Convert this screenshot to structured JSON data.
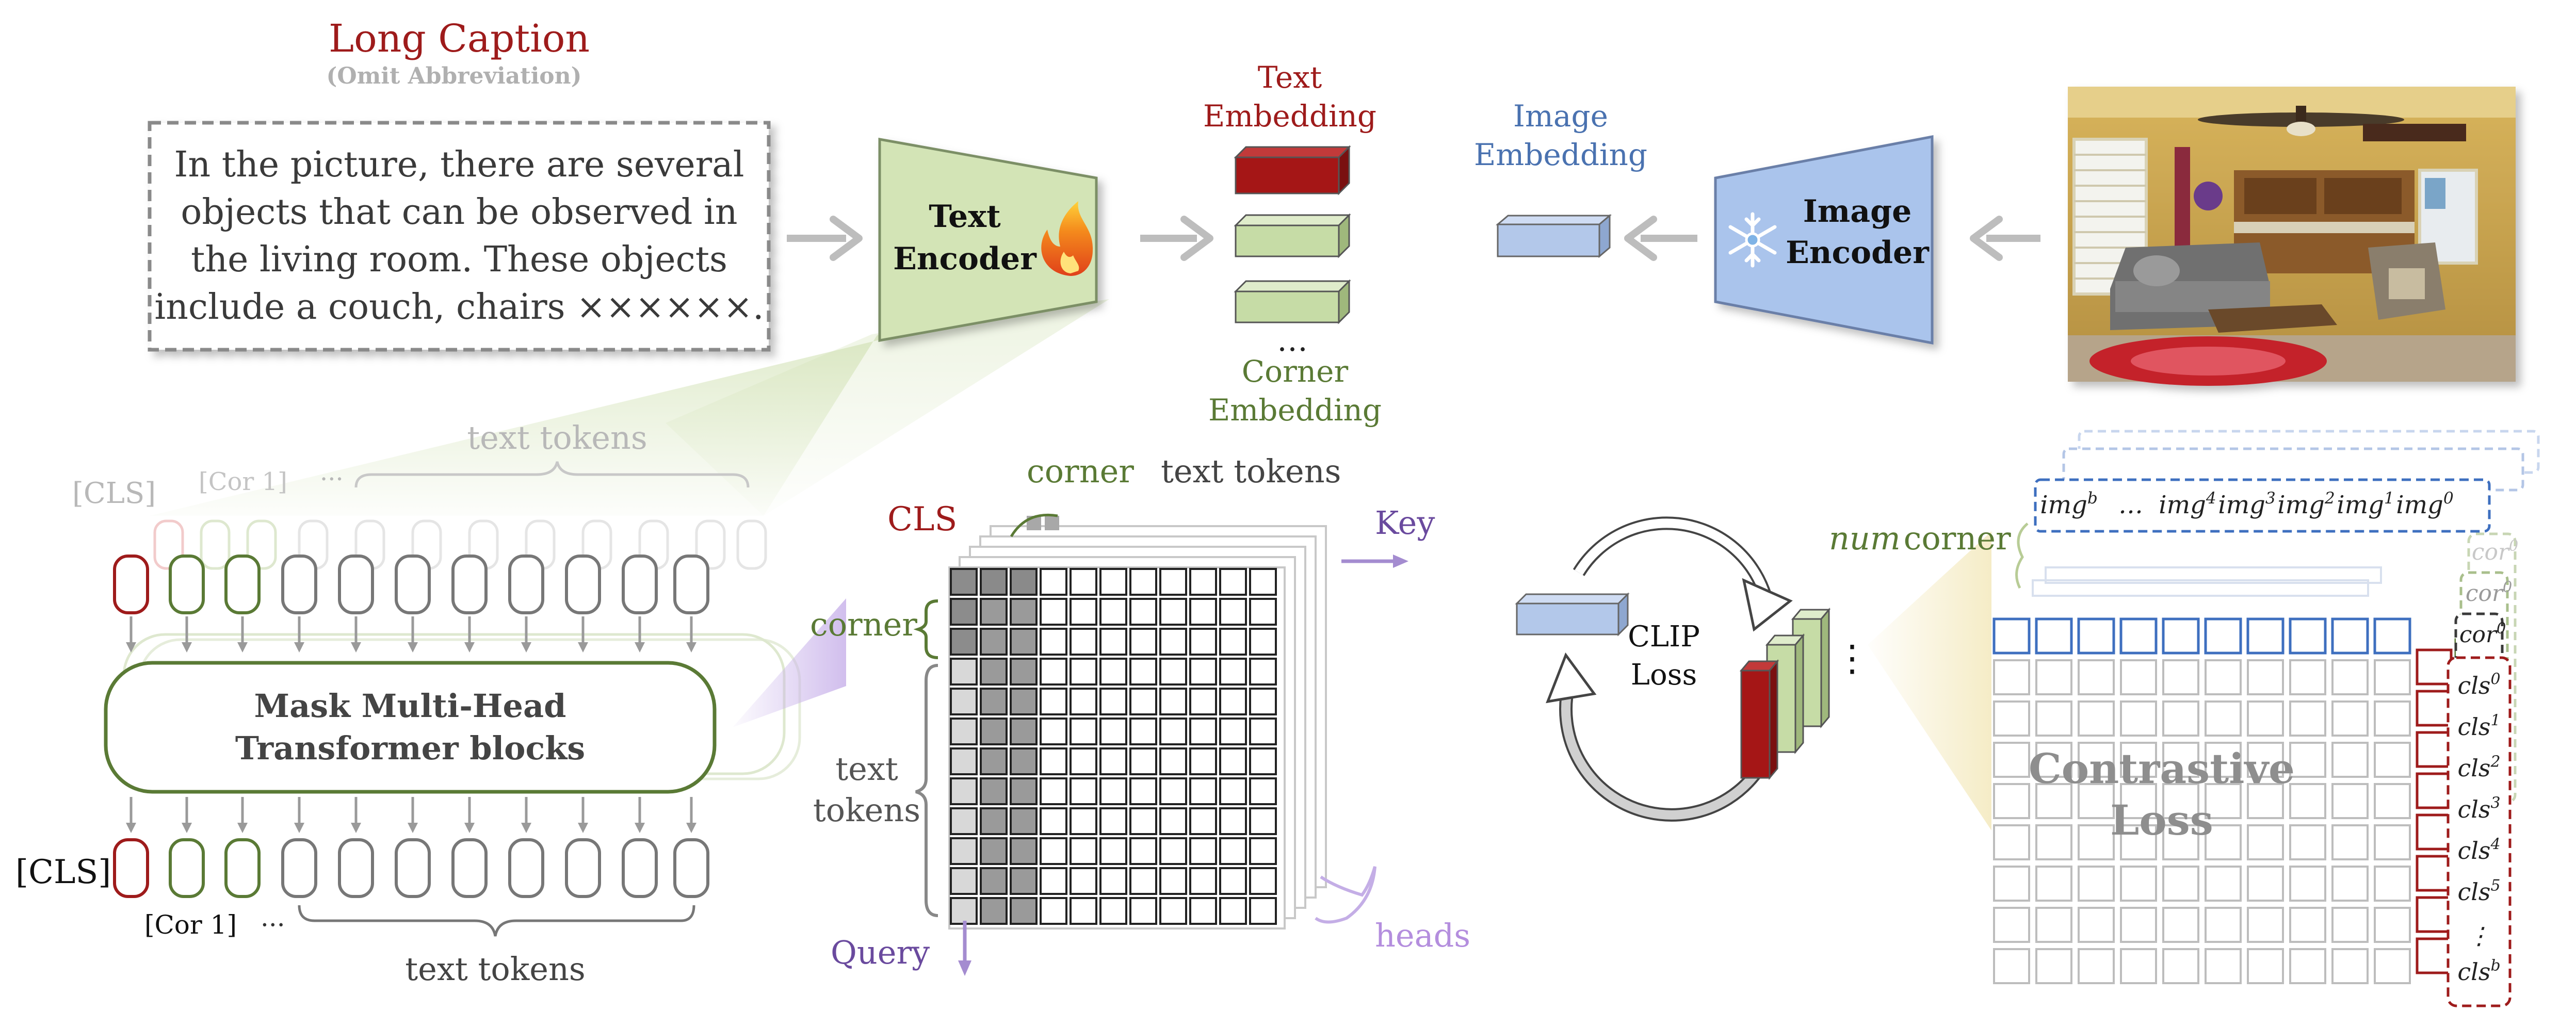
{
  "caption": {
    "title": "Long Caption",
    "subtitle": "(Omit Abbreviation)",
    "lines": [
      "In the picture, there are several",
      "objects that can be observed in",
      "the living room. These objects",
      "include a couch, chairs ××××××."
    ]
  },
  "text_encoder": {
    "line1": "Text",
    "line2": "Encoder"
  },
  "image_encoder": {
    "line1": "Image",
    "line2": "Encoder"
  },
  "text_embedding": {
    "line1": "Text",
    "line2": "Embedding"
  },
  "corner_embedding": {
    "dots": "…",
    "line1": "Corner",
    "line2": "Embedding"
  },
  "image_embedding": {
    "line1": "Image",
    "line2": "Embedding"
  },
  "transformer": {
    "block_line1": "Mask Multi-Head",
    "block_line2": "Transformer blocks",
    "top_cls": "[CLS]",
    "top_cor": "[Cor 1]",
    "top_dots": "···",
    "top_text_tokens": "text tokens",
    "bottom_cls": "[CLS]",
    "bottom_cor": "[Cor 1]",
    "bottom_dots": "···",
    "bottom_text_tokens": "text tokens"
  },
  "attention": {
    "cls": "CLS",
    "corner_top": "corner",
    "text_tokens_top": "text tokens",
    "key": "Key",
    "corner_left": "corner",
    "text_left1": "text",
    "text_left2": "tokens",
    "query": "Query",
    "heads": "heads"
  },
  "clip": {
    "line1": "CLIP",
    "line2": "Loss",
    "dots": "⋮"
  },
  "contrastive": {
    "line1": "Contrastive",
    "line2": "Loss",
    "num_corner_main": "num",
    "num_corner_sub": "corner",
    "img_row": [
      {
        "b": "img",
        "s": "b"
      },
      {
        "b": "…",
        "s": ""
      },
      {
        "b": "img",
        "s": "4"
      },
      {
        "b": "img",
        "s": "3"
      },
      {
        "b": "img",
        "s": "2"
      },
      {
        "b": "img",
        "s": "1"
      },
      {
        "b": "img",
        "s": "0"
      }
    ],
    "cor_labels": [
      {
        "b": "cor",
        "s": "0"
      },
      {
        "b": "cor",
        "s": "0"
      },
      {
        "b": "cor",
        "s": "0"
      }
    ],
    "cls_labels": [
      {
        "b": "cls",
        "s": "0"
      },
      {
        "b": "cls",
        "s": "1"
      },
      {
        "b": "cls",
        "s": "2"
      },
      {
        "b": "cls",
        "s": "3"
      },
      {
        "b": "cls",
        "s": "4"
      },
      {
        "b": "cls",
        "s": "5"
      },
      {
        "b": "⋮",
        "s": ""
      },
      {
        "b": "cls",
        "s": "b"
      }
    ]
  },
  "colors": {
    "dark_red": "#9e1b1b",
    "green": "#5a7a35",
    "light_green": "#cfe0b0",
    "blue": "#3e6fbf",
    "light_blue": "#aec4e8",
    "purple": "#6a4a9e",
    "light_purple": "#b89bdc",
    "gray": "#8a8a8a"
  }
}
